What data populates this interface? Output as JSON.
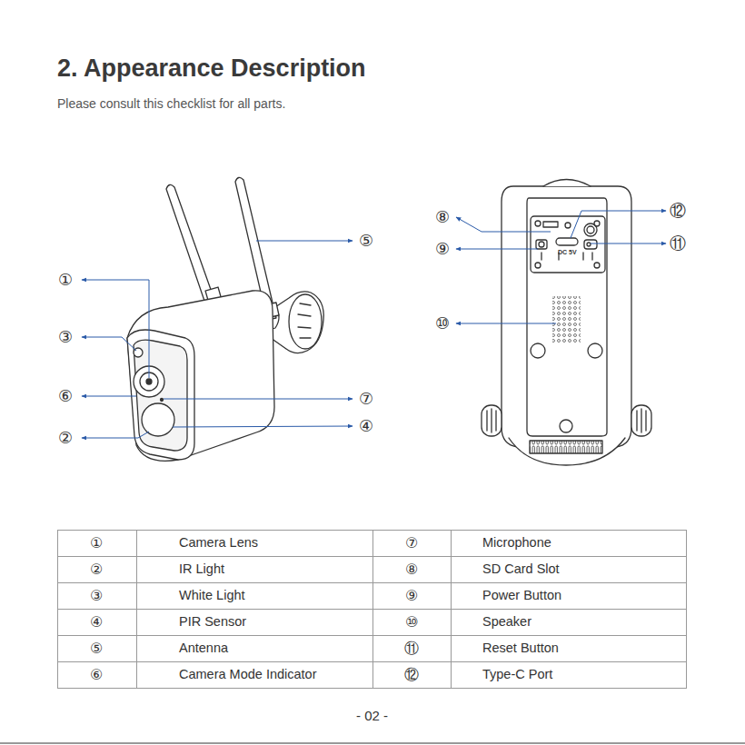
{
  "diagram": {
    "title": "2. Appearance Description",
    "labels": [
      "Please consult this checklist for all parts.",
      "⑫",
      "⑧",
      "⑤",
      "⑪",
      "⑨",
      "①",
      "⑩",
      "③",
      "⑥",
      "⑦",
      "④",
      "②",
      "DC 5V",
      "①",
      "Camera Lens",
      "⑦",
      "Microphone",
      "②",
      "IR Light",
      "⑧",
      "SD Card Slot",
      "③",
      "White Light",
      "⑨",
      "Power Button",
      "④",
      "PIR Sensor",
      "⑩",
      "Speaker",
      "⑤",
      "Antenna",
      "⑪",
      "Reset Button",
      "⑥",
      "Camera Mode Indicator",
      "⑫",
      "Type-C Port",
      "- 02 -"
    ]
  }
}
